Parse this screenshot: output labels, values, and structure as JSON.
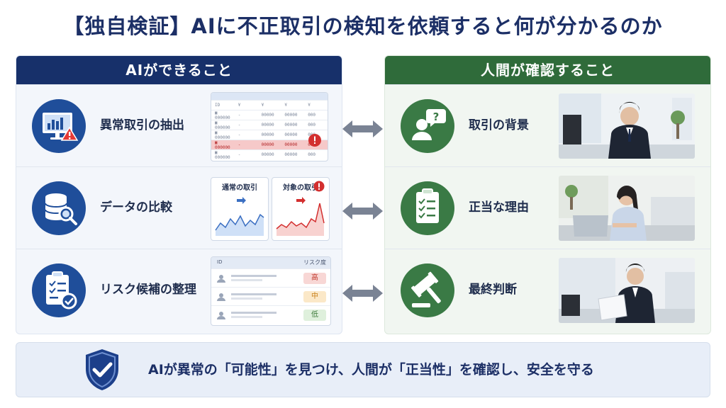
{
  "title": "【独自検証】AIに不正取引の検知を依頼すると何が分かるのか",
  "left_column": {
    "header": "AIができること",
    "rows": [
      {
        "label": "異常取引の抽出",
        "icon": "monitor-chart-alert-icon"
      },
      {
        "label": "データの比較",
        "icon": "database-search-icon"
      },
      {
        "label": "リスク候補の整理",
        "icon": "clipboard-check-icon"
      }
    ]
  },
  "right_column": {
    "header": "人間が確認すること",
    "rows": [
      {
        "label": "取引の背景",
        "icon": "person-question-icon"
      },
      {
        "label": "正当な理由",
        "icon": "checklist-icon"
      },
      {
        "label": "最終判断",
        "icon": "gavel-icon"
      }
    ]
  },
  "compare_charts": {
    "normal_title": "通常の取引",
    "target_title": "対象の取引"
  },
  "risk_table": {
    "header": "リスク度",
    "levels": [
      "高",
      "中",
      "低"
    ]
  },
  "banner": {
    "text": "AIが異常の「可能性」を見つけ、人間が「正当性」を確認し、安全を守る"
  },
  "colors": {
    "navy": "#17306a",
    "green": "#2f6b3a",
    "alert_red": "#d32f2f"
  }
}
